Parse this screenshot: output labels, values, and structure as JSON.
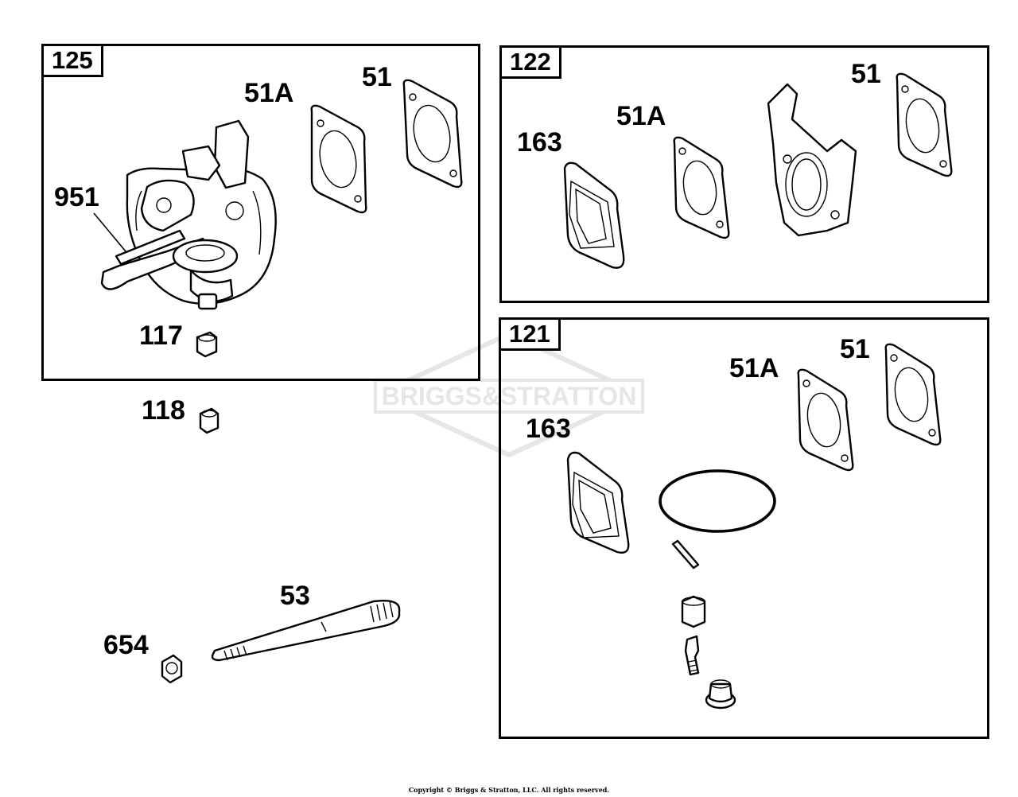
{
  "watermark": {
    "text": "BRIGGS&STRATTON"
  },
  "boxes": {
    "box125": {
      "label": "125"
    },
    "box122": {
      "label": "122"
    },
    "box121": {
      "label": "121"
    }
  },
  "callouts": {
    "b125_51a": "51A",
    "b125_51": "51",
    "b125_951": "951",
    "b125_117": "117",
    "b122_51": "51",
    "b122_51a": "51A",
    "b122_163": "163",
    "b121_51": "51",
    "b121_51a": "51A",
    "b121_163": "163",
    "p118": "118",
    "p53": "53",
    "p654": "654"
  },
  "footer": {
    "copyright": "Copyright © Briggs & Stratton, LLC. All rights reserved."
  }
}
